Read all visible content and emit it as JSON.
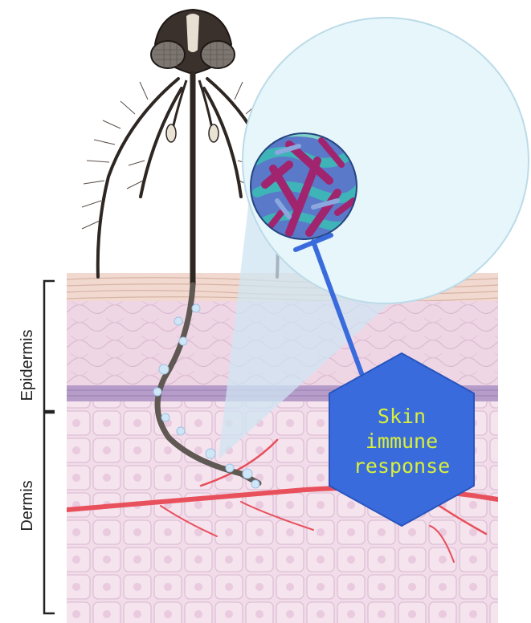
{
  "labels": {
    "epidermis": "Epidermis",
    "dermis": "Dermis"
  },
  "response": {
    "line1": "Skin",
    "line2": "immune",
    "line3": "response"
  },
  "colors": {
    "hexagon": "#3a6bdc",
    "hexagon_text": "#d8ef3a",
    "inhibition_line": "#3a6bdc",
    "magnifier": "#e6f6fa",
    "stratum_corneum": "#f2d9cf",
    "epidermis": "#efd6e5",
    "basal_layer": "#b59cc9",
    "dermis": "#f2dcea",
    "blood_vessel": "#e8505b",
    "virus_teal": "#3fb4b8",
    "virus_magenta": "#a0256e",
    "virus_blue": "#5a79c9",
    "mosquito_dark": "#2e2622"
  },
  "icons": {
    "mosquito": "mosquito-icon",
    "virus": "virus-particle-icon",
    "magnifier": "magnifier-circle"
  }
}
